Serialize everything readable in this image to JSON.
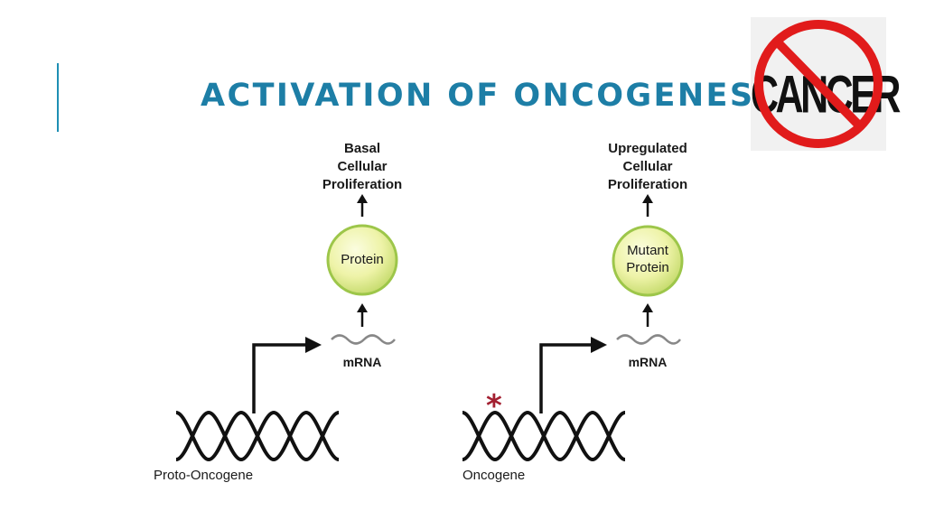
{
  "slide": {
    "title": "ACTIVATION OF ONCOGENES",
    "accent_color": "#1d7ea6"
  },
  "logo": {
    "text": "CANCER",
    "icon": "no-sign"
  },
  "diagram": {
    "left_panel": {
      "outcome": [
        "Basal",
        "Cellular",
        "Proliferation"
      ],
      "protein": "Protein",
      "mrna": "mRNA",
      "gene": "Proto-Oncogene"
    },
    "right_panel": {
      "outcome": [
        "Upregulated",
        "Cellular",
        "Proliferation"
      ],
      "protein": [
        "Mutant",
        "Protein"
      ],
      "mrna": "mRNA",
      "gene": "Oncogene",
      "mutation_marker": "*"
    },
    "colors": {
      "protein_fill": "#eef3a8",
      "protein_edge": "#9dc64a",
      "mrna_wave": "#888888",
      "mutation": "#a32031"
    }
  }
}
